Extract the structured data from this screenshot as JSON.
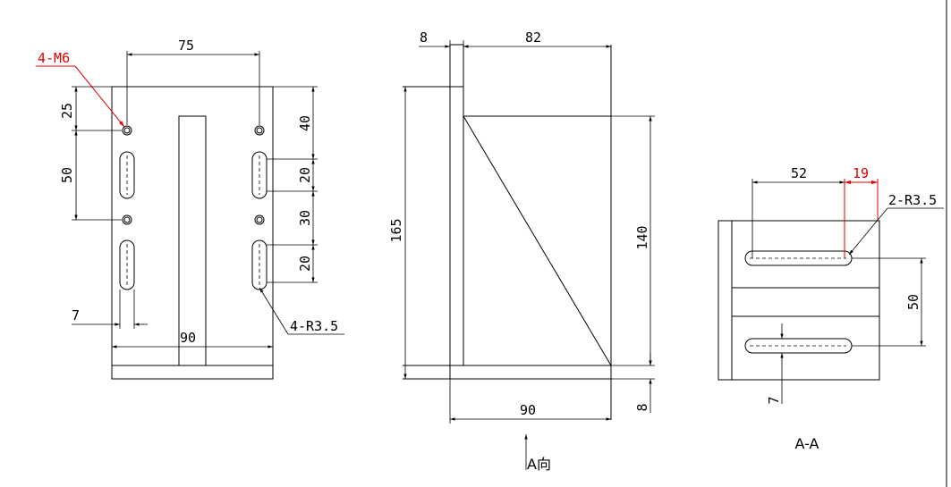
{
  "front_view": {
    "dim_hole_spacing": "75",
    "dim_top_to_hole": "25",
    "dim_hole_pitch": "50",
    "dim_top_right": "40",
    "dim_slot_upper": "20",
    "dim_slot_gap": "30",
    "dim_slot_lower": "20",
    "dim_slot_width": "7",
    "dim_base_width": "90",
    "label_threaded_holes": "4-M6",
    "label_slots": "4-R3.5"
  },
  "side_view": {
    "dim_plate_thickness": "8",
    "dim_depth": "82",
    "dim_height": "165",
    "dim_rib_height": "140",
    "dim_base_width": "90",
    "dim_base_thickness": "8",
    "view_arrow_label": "A向"
  },
  "section_view": {
    "dim_slot_length": "52",
    "dim_edge_offset": "19",
    "dim_slot_spacing": "50",
    "dim_slot_width": "7",
    "label_slots": "2-R3.5",
    "section_title": "A-A"
  }
}
